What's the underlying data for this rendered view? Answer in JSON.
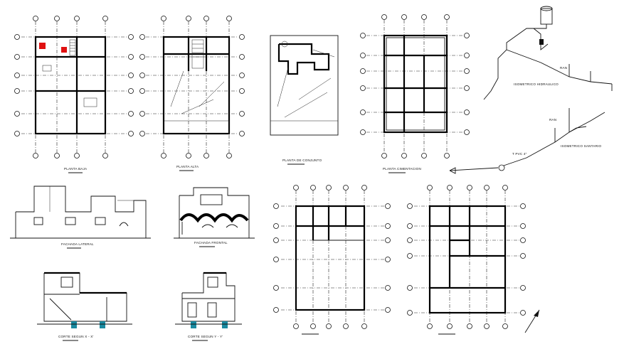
{
  "sheet": {
    "labels": {
      "planta_baja": "PLANTA BAJA",
      "planta_alta": "PLANTA ALTA",
      "planta_conjunto": "PLANTA DE CONJUNTO",
      "planta_cimentacion": "PLANTA CIMENTACION",
      "fachada_lateral": "FACHADA LATERAL",
      "fachada_frontal": "FACHADA FRONTAL",
      "corte_x": "CORTE SEGUN X - X'",
      "corte_y": "CORTE SEGUN Y - Y'",
      "iso_hidraulico": "ISOMETRICO HIDRAULICO",
      "iso_sanitario": "ISOMETRICO SANTARIO",
      "tpvc": "T PVC 4\"",
      "ran1": "RAN",
      "ran2": "RAN"
    }
  }
}
